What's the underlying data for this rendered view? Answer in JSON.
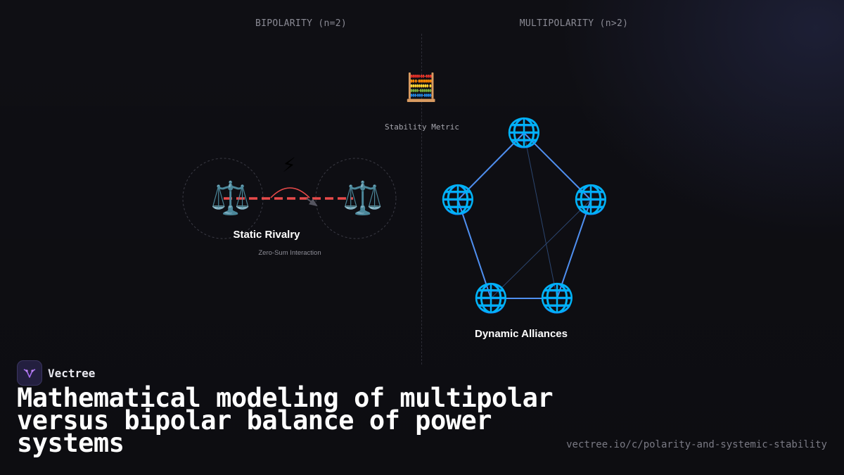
{
  "panels": {
    "left_label": "BIPOLARITY (n=2)",
    "right_label": "MULTIPOLARITY (n>2)"
  },
  "center": {
    "icon": "🧮",
    "icon_name": "abacus-icon",
    "metric_label": "Stability Metric"
  },
  "bipolar": {
    "pole_icon": "⚖️",
    "pole_icon_name": "balance-scale-icon",
    "spark_icon": "⚡",
    "spark_icon_name": "lightning-icon",
    "title": "Static Rivalry",
    "subtitle": "Zero-Sum Interaction",
    "rivalry_color": "#e84a4a"
  },
  "multipolar": {
    "node_icon": "🌐",
    "node_icon_name": "globe-icon",
    "title": "Dynamic Alliances",
    "edge_color": "#4f8ff0"
  },
  "footer": {
    "brand_name": "Vectree",
    "title": "Mathematical modeling of multipolar versus bipolar balance of power systems",
    "url": "vectree.io/c/polarity-and-systemic-stability"
  }
}
